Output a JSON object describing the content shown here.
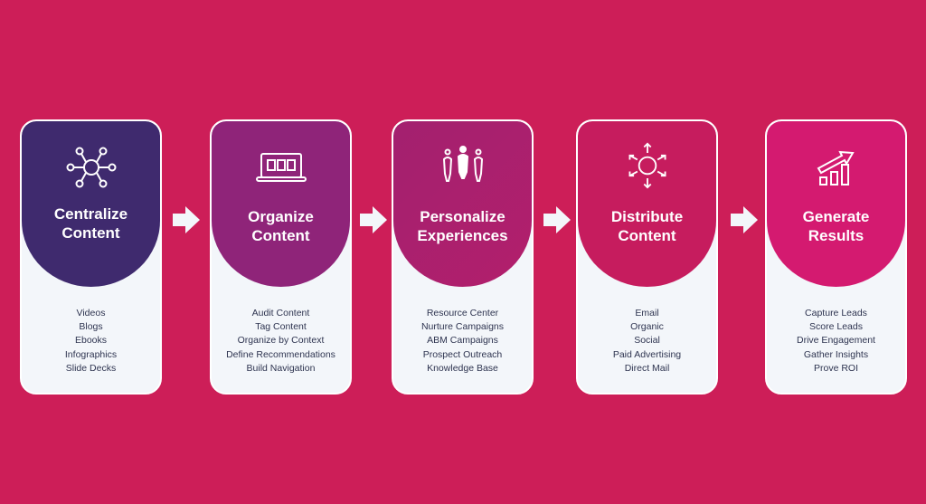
{
  "steps": [
    {
      "title_line1": "Centralize",
      "title_line2": "Content",
      "icon": "network-hub-icon",
      "color": "#3f2a6e",
      "items": [
        "Videos",
        "Blogs",
        "Ebooks",
        "Infographics",
        "Slide Decks"
      ]
    },
    {
      "title_line1": "Organize",
      "title_line2": "Content",
      "icon": "laptop-icon",
      "color": "#8f2479",
      "items": [
        "Audit Content",
        "Tag Content",
        "Organize by Context",
        "Define Recommendations",
        "Build Navigation"
      ]
    },
    {
      "title_line1": "Personalize",
      "title_line2": "Experiences",
      "icon": "people-icon",
      "color": "#a9206f",
      "items": [
        "Resource Center",
        "Nurture Campaigns",
        "ABM Campaigns",
        "Prospect Outreach",
        "Knowledge Base"
      ]
    },
    {
      "title_line1": "Distribute",
      "title_line2": "Content",
      "icon": "distribute-arrows-icon",
      "color": "#c61c5e",
      "items": [
        "Email",
        "Organic",
        "Social",
        "Paid Advertising",
        "Direct Mail"
      ]
    },
    {
      "title_line1": "Generate",
      "title_line2": "Results",
      "icon": "growth-chart-icon",
      "color": "#d41a70",
      "items": [
        "Capture Leads",
        "Score Leads",
        "Drive Engagement",
        "Gather Insights",
        "Prove ROI"
      ]
    }
  ]
}
